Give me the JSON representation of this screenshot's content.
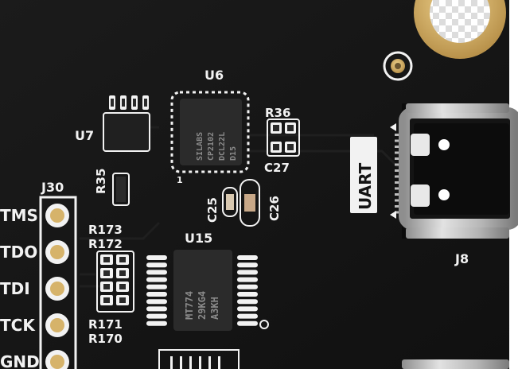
{
  "colors": {
    "board": "#161616",
    "silkscreen": "#f2f2f2",
    "copper_gold": "#d6b36a",
    "chip_body": "#2b2b2b",
    "metal": "#c9c9c9"
  },
  "silkscreen": {
    "u6": "U6",
    "u7": "U7",
    "u15": "U15",
    "r36": "R36",
    "c27": "C27",
    "r35": "R35",
    "c25": "C25",
    "c26": "C26",
    "j30": "J30",
    "r173": "R173",
    "r172": "R172",
    "r171": "R171",
    "r170": "R170",
    "j8": "J8",
    "uart": "UART",
    "pin1_marker": "1",
    "jtag_pins": [
      "TMS",
      "TDO",
      "TDI",
      "TCK",
      "GND"
    ]
  },
  "chip_markings": {
    "u6": [
      "SILABS",
      "CP2102",
      "DCL22L",
      "D15"
    ],
    "u15": [
      "MT774",
      "29KG4",
      "A3KH"
    ]
  },
  "icons": {
    "mounting_hole": "gold-ring-icon",
    "via": "via-ring-icon",
    "connector": "usb-c-icon"
  }
}
